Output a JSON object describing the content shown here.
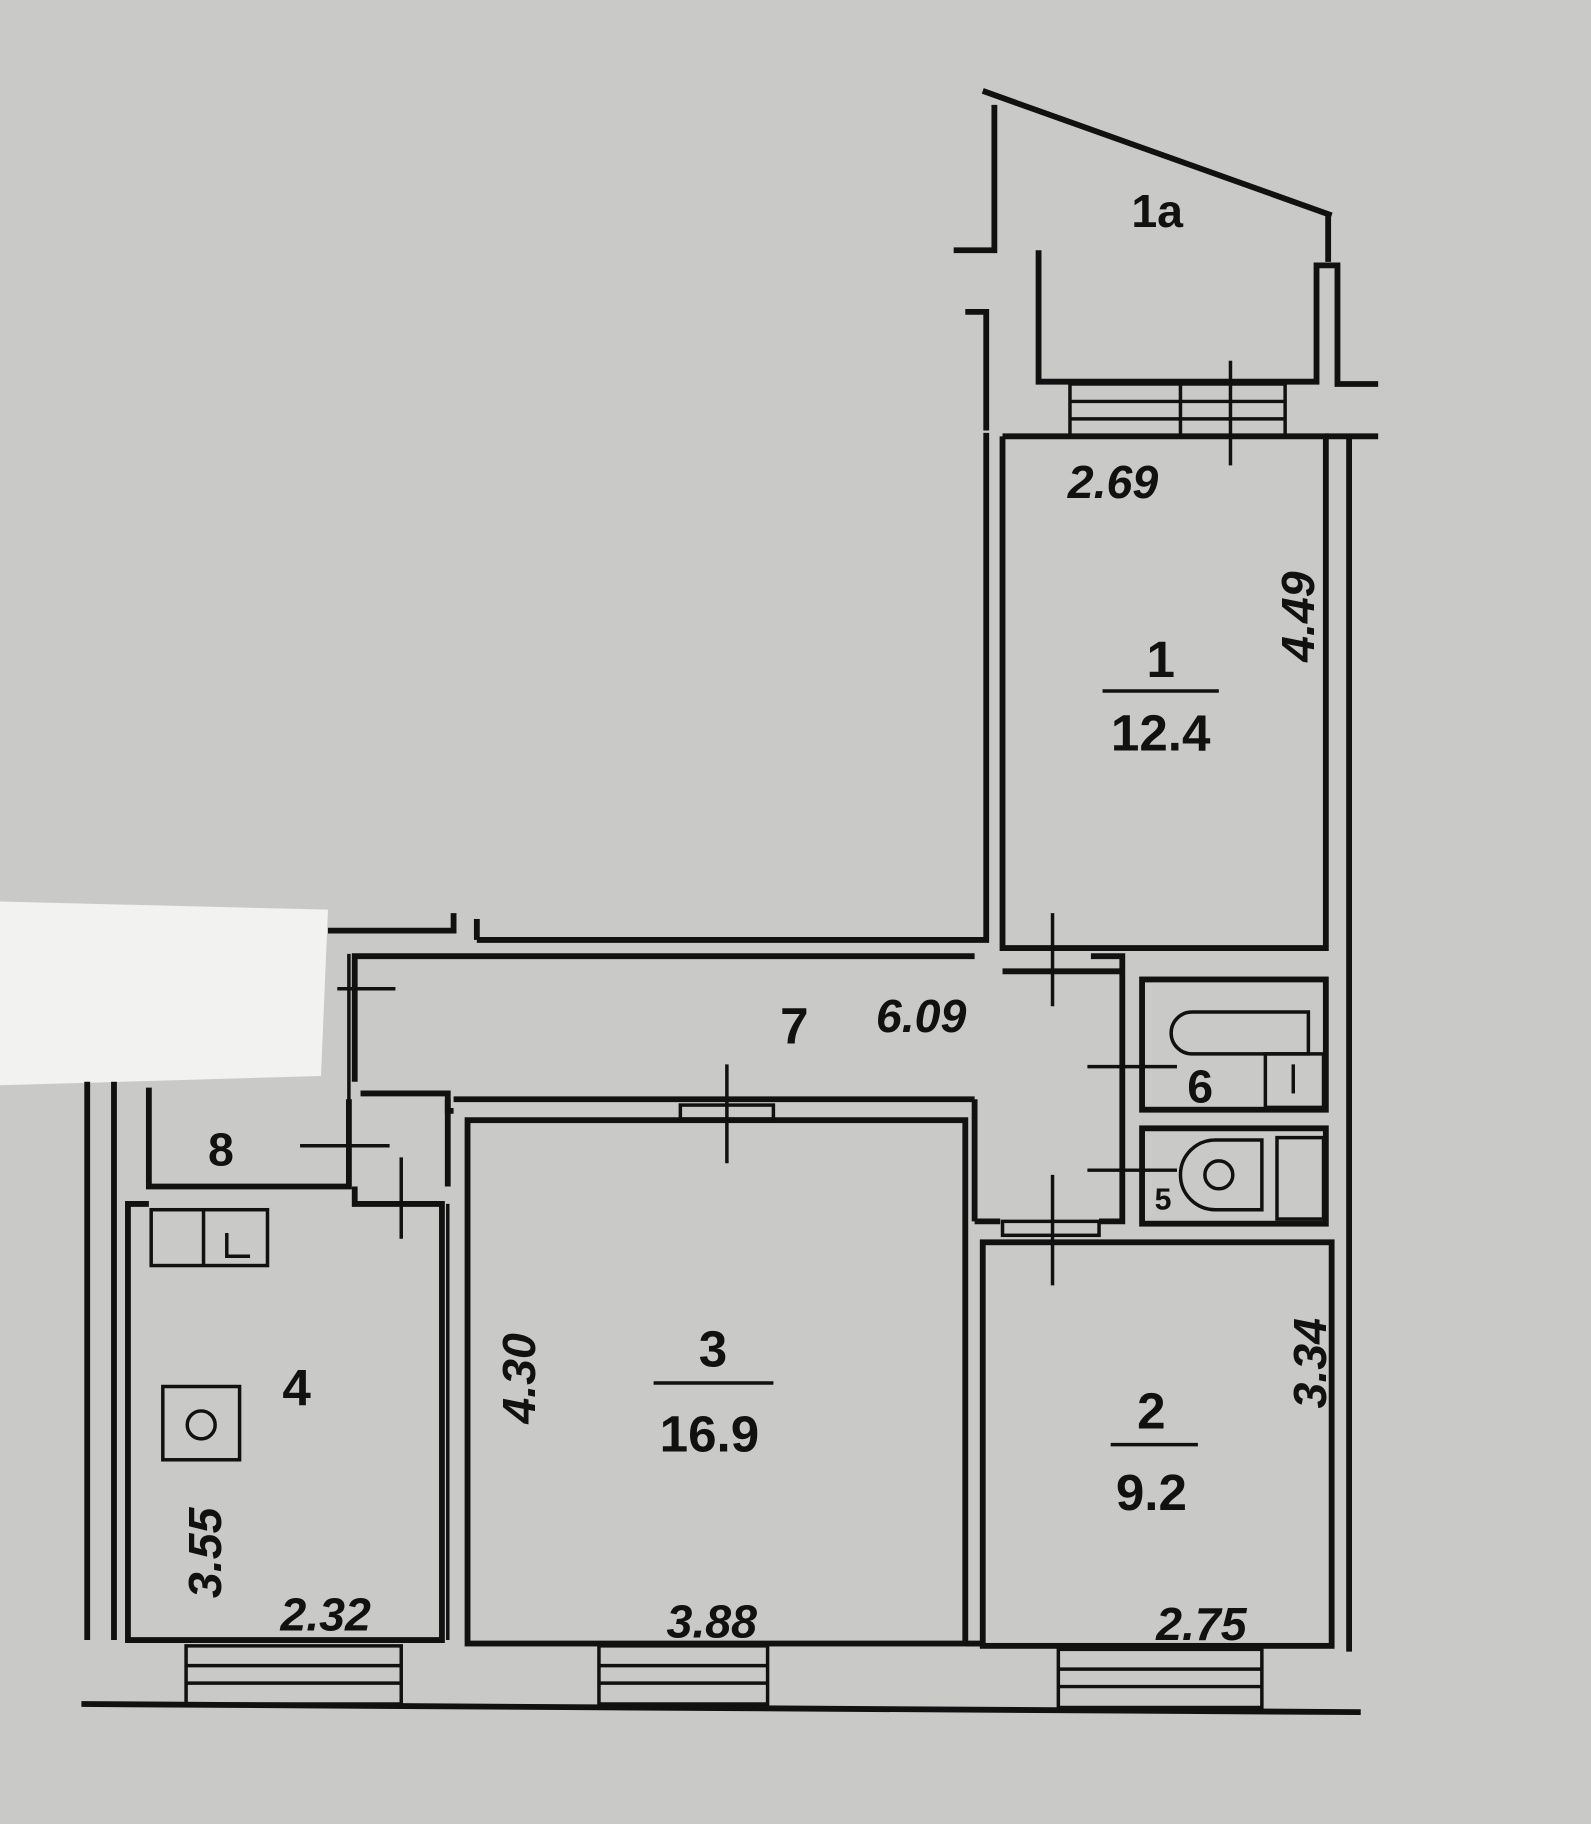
{
  "rooms": {
    "r1a": {
      "number": "1a"
    },
    "r1": {
      "number": "1",
      "area": "12.4",
      "width": "2.69",
      "length": "4.49"
    },
    "r2": {
      "number": "2",
      "area": "9.2",
      "width": "2.75",
      "length": "3.34"
    },
    "r3": {
      "number": "3",
      "area": "16.9",
      "width": "3.88",
      "length": "4.30"
    },
    "r4": {
      "number": "4",
      "width": "2.32",
      "length": "3.55"
    },
    "r5": {
      "number": "5"
    },
    "r6": {
      "number": "6"
    },
    "r7": {
      "number": "7",
      "length": "6.09"
    },
    "r8": {
      "number": "8"
    }
  },
  "colors": {
    "paper": "#c9c9c7",
    "ink": "#111111",
    "patch": "#f2f2f0"
  }
}
